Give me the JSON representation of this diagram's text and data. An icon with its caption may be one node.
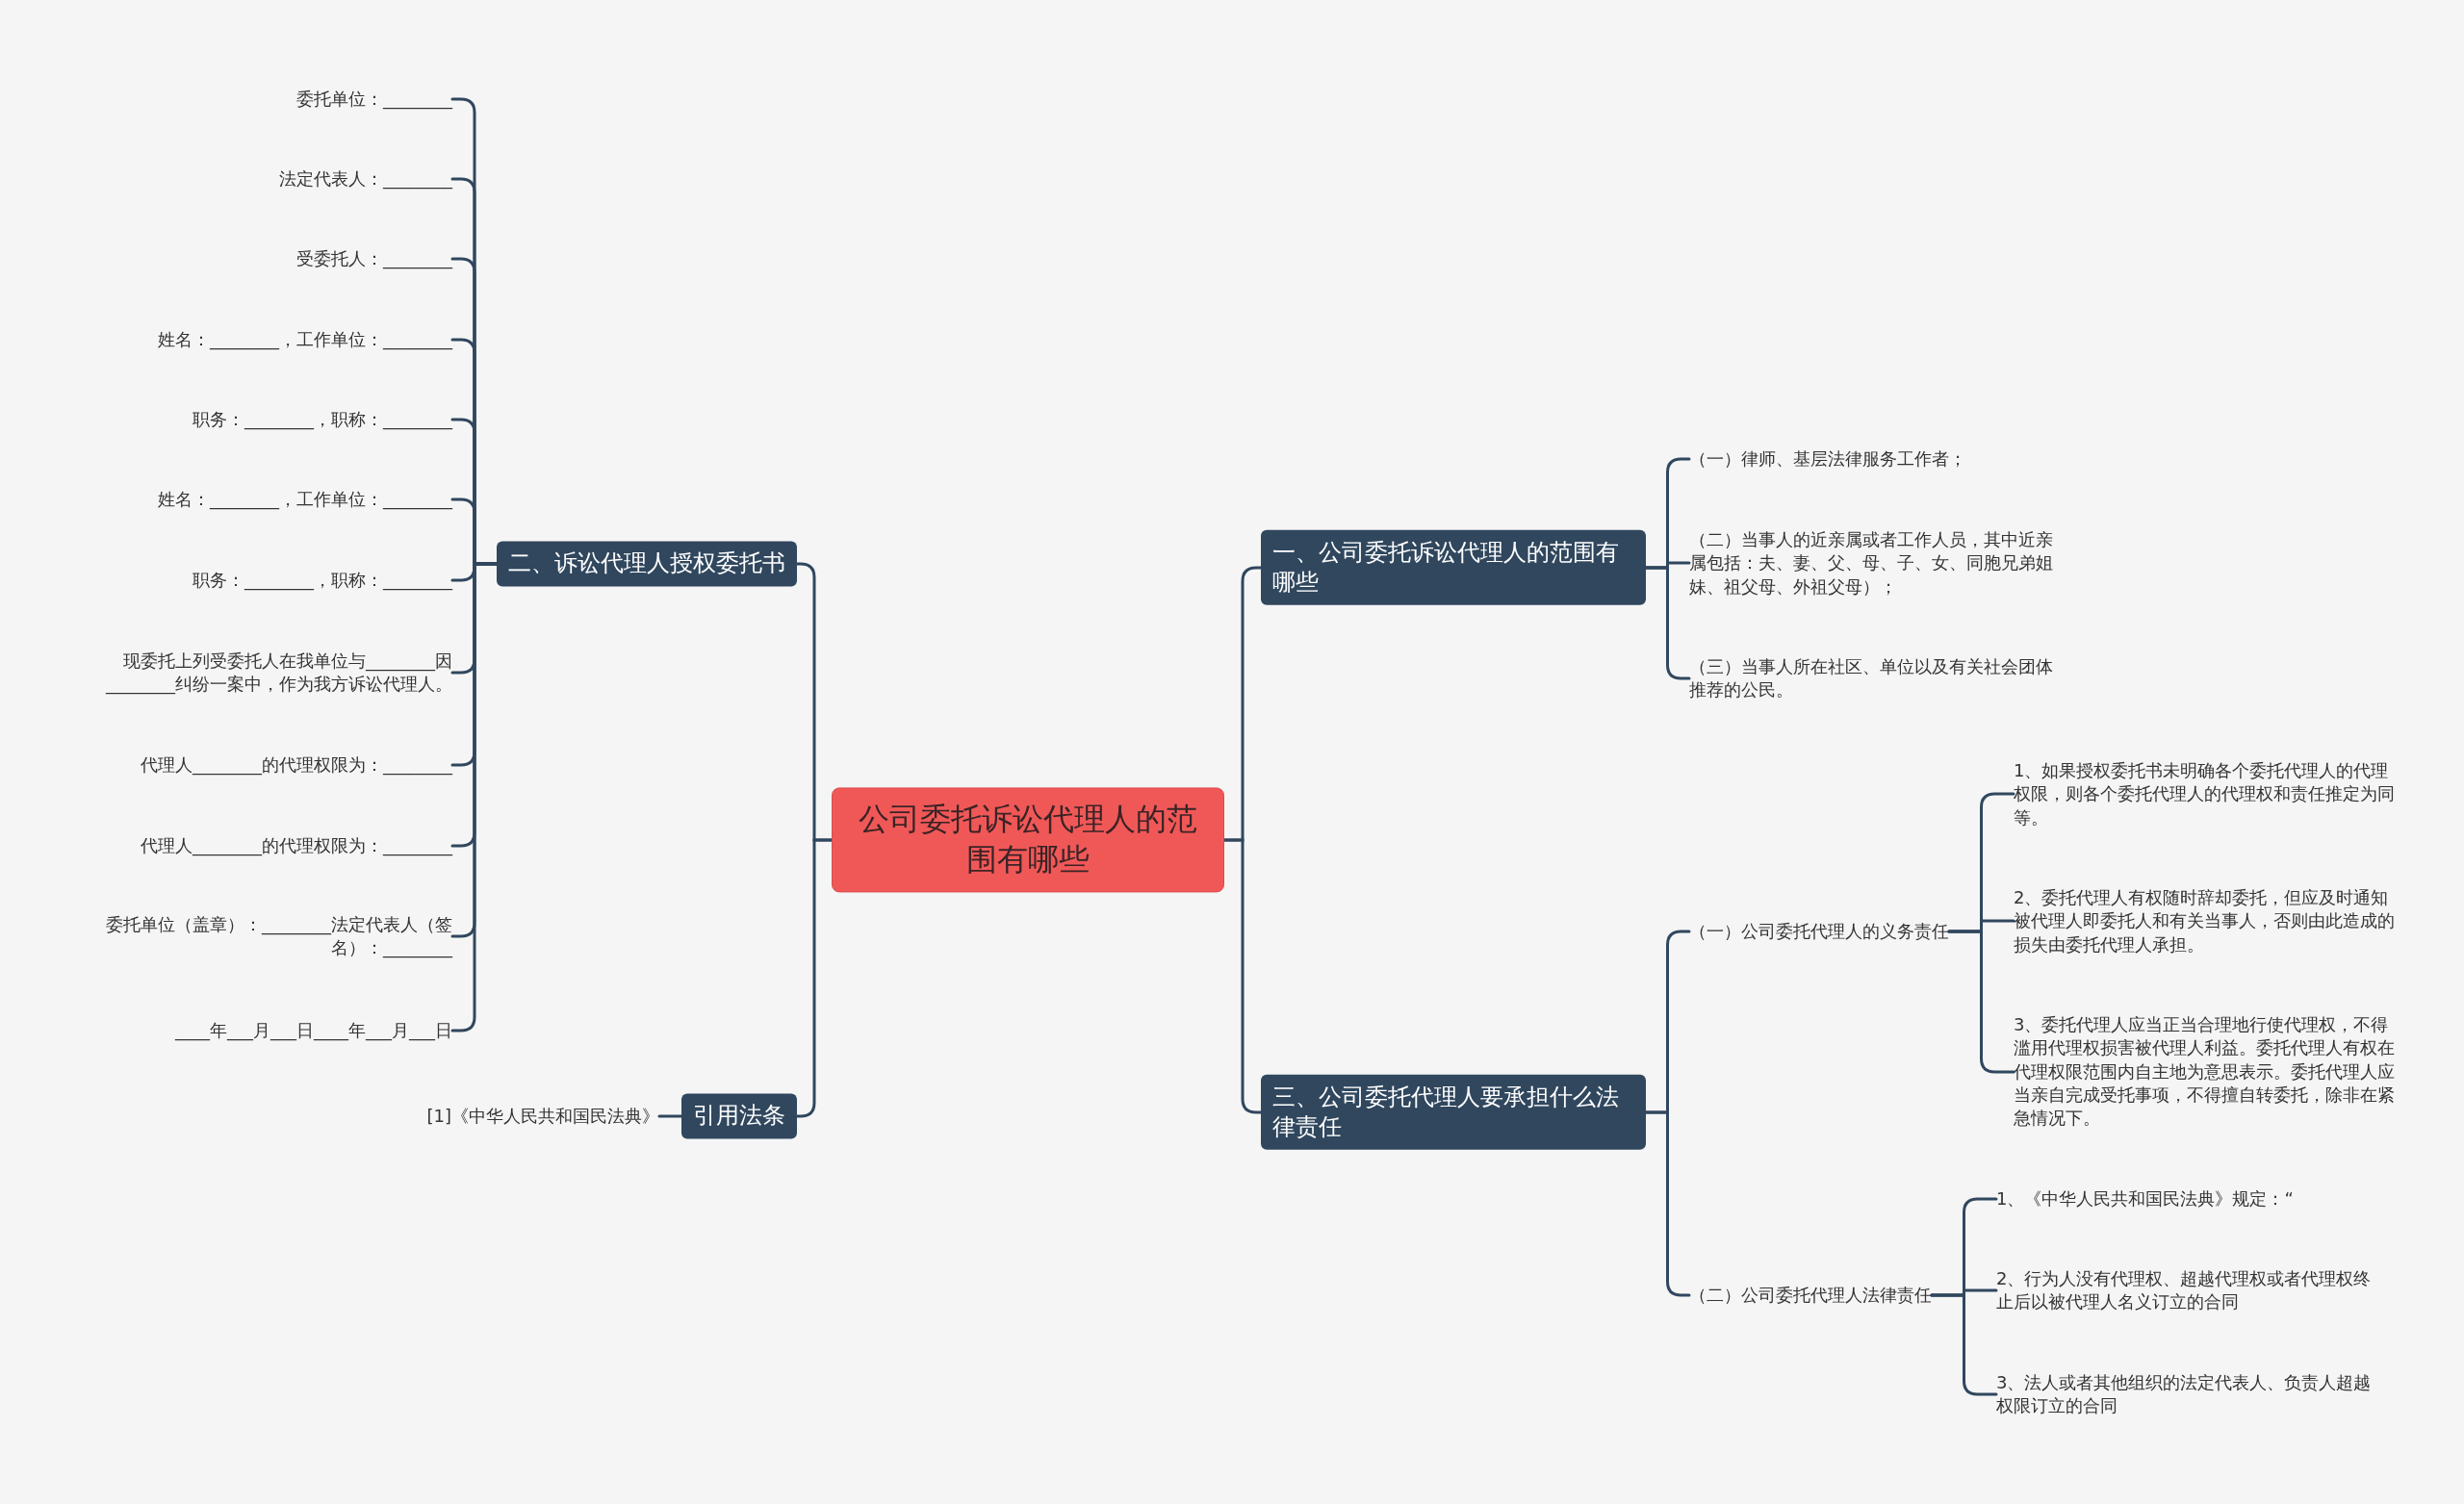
{
  "diagram": {
    "nodes": [
      {
        "text": [
          "公司委托诉讼代理人的范围有哪些"
        ]
      },
      {
        "text": [
          "一、公司委托诉讼代理人的范围有哪些"
        ]
      },
      {
        "text": [
          "（一）律师、基层法律服务工作者；"
        ]
      },
      {
        "text": [
          "（二）当事人的近亲属或者工作人员，其中近亲属包括：夫、妻、父、母、子、女、同胞兄弟姐妹、祖父母、外祖父母）；"
        ]
      },
      {
        "text": [
          "（三）当事人所在社区、单位以及有关社会团体推荐的公民。"
        ]
      },
      {
        "text": [
          "三、公司委托代理人要承担什么法律责任"
        ]
      },
      {
        "text": [
          "（一）公司委托代理人的义务责任"
        ]
      },
      {
        "text": [
          "1、如果授权委托书未明确各个委托代理人的代理权限，则各个委托代理人的代理权和责任推定为同等。"
        ]
      },
      {
        "text": [
          "2、委托代理人有权随时辞却委托，但应及时通知被代理人即委托人和有关当事人，否则由此造成的损失由委托代理人承担。"
        ]
      },
      {
        "text": [
          "3、委托代理人应当正当合理地行使代理权，不得滥用代理权损害被代理人利益。委托代理人有权在代理权限范围内自主地为意思表示。委托代理人应当亲自完成受托事项，不得擅自转委托，除非在紧急情况下。"
        ]
      },
      {
        "text": [
          "（二）公司委托代理人法律责任"
        ]
      },
      {
        "text": [
          "1、《中华人民共和国民法典》规定：“"
        ]
      },
      {
        "text": [
          "2、行为人没有代理权、超越代理权或者代理权终止后以被代理人名义订立的合同"
        ]
      },
      {
        "text": [
          "3、法人或者其他组织的法定代表人、负责人超越权限订立的合同"
        ]
      },
      {
        "text": [
          "二、诉讼代理人授权委托书"
        ]
      },
      {
        "text": [
          "委托单位：________"
        ]
      },
      {
        "text": [
          "法定代表人：________"
        ]
      },
      {
        "text": [
          "受委托人：________"
        ]
      },
      {
        "text": [
          "姓名：________，工作单位：________"
        ]
      },
      {
        "text": [
          "职务：________，职称：________"
        ]
      },
      {
        "text": [
          "姓名：________，工作单位：________"
        ]
      },
      {
        "text": [
          "职务：________，职称：________"
        ]
      },
      {
        "text": [
          "现委托上列受委托人在我单位与________因________纠纷一案中，作为我方诉讼代理人。"
        ]
      },
      {
        "text": [
          "代理人________的代理权限为：________"
        ]
      },
      {
        "text": [
          "代理人________的代理权限为：________"
        ]
      },
      {
        "text": [
          "委托单位（盖章）：________法定代表人（签名）：________"
        ]
      },
      {
        "text": [
          "____年___月___日____年___月___日"
        ]
      },
      {
        "text": [
          "引用法条"
        ]
      },
      {
        "text": [
          "[1]《中华人民共和国民法典》"
        ]
      }
    ],
    "edges": [
      {
        "from": 0,
        "to": 1,
        "arrow": "none"
      },
      {
        "from": 1,
        "to": 2,
        "arrow": "none"
      },
      {
        "from": 1,
        "to": 3,
        "arrow": "none"
      },
      {
        "from": 1,
        "to": 4,
        "arrow": "none"
      },
      {
        "from": 0,
        "to": 5,
        "arrow": "none"
      },
      {
        "from": 5,
        "to": 6,
        "arrow": "none"
      },
      {
        "from": 6,
        "to": 7,
        "arrow": "none"
      },
      {
        "from": 6,
        "to": 8,
        "arrow": "none"
      },
      {
        "from": 6,
        "to": 9,
        "arrow": "none"
      },
      {
        "from": 5,
        "to": 10,
        "arrow": "none"
      },
      {
        "from": 10,
        "to": 11,
        "arrow": "none"
      },
      {
        "from": 10,
        "to": 12,
        "arrow": "none"
      },
      {
        "from": 10,
        "to": 13,
        "arrow": "none"
      },
      {
        "from": 0,
        "to": 14,
        "arrow": "none"
      },
      {
        "from": 14,
        "to": 15,
        "arrow": "none"
      },
      {
        "from": 14,
        "to": 16,
        "arrow": "none"
      },
      {
        "from": 14,
        "to": 17,
        "arrow": "none"
      },
      {
        "from": 14,
        "to": 18,
        "arrow": "none"
      },
      {
        "from": 14,
        "to": 19,
        "arrow": "none"
      },
      {
        "from": 14,
        "to": 20,
        "arrow": "none"
      },
      {
        "from": 14,
        "to": 21,
        "arrow": "none"
      },
      {
        "from": 14,
        "to": 22,
        "arrow": "none"
      },
      {
        "from": 14,
        "to": 23,
        "arrow": "none"
      },
      {
        "from": 14,
        "to": 24,
        "arrow": "none"
      },
      {
        "from": 14,
        "to": 25,
        "arrow": "none"
      },
      {
        "from": 14,
        "to": 26,
        "arrow": "none"
      },
      {
        "from": 0,
        "to": 27,
        "arrow": "none"
      },
      {
        "from": 27,
        "to": 28,
        "arrow": "none"
      }
    ]
  }
}
